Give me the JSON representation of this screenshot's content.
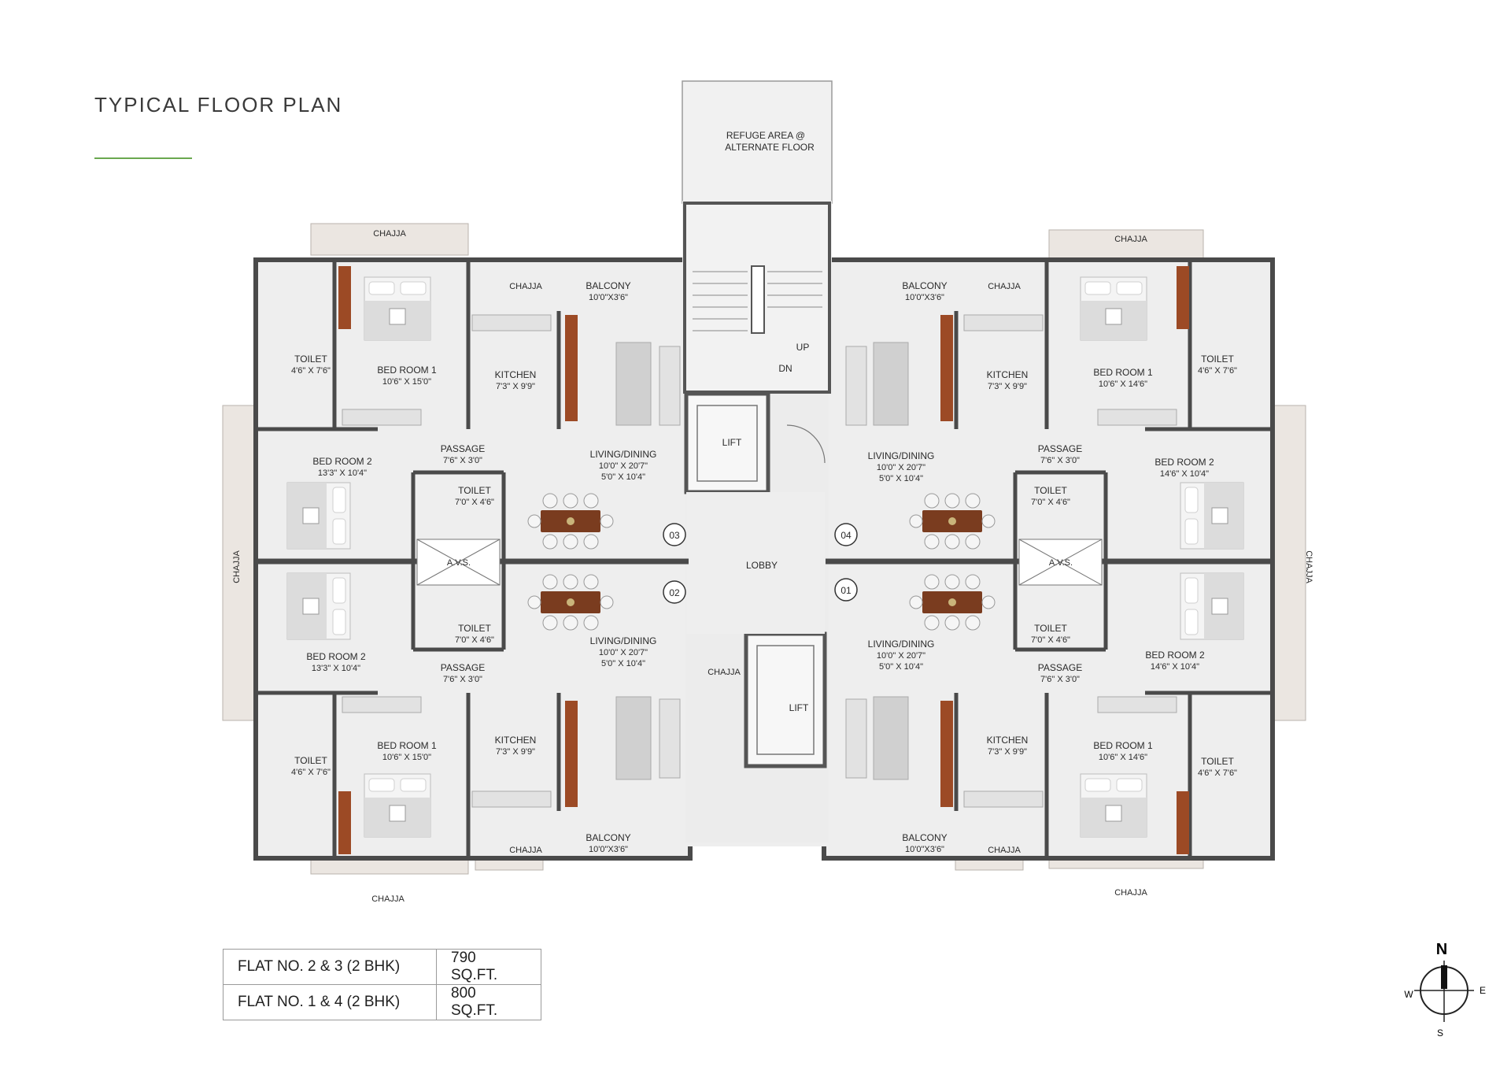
{
  "page": {
    "title": "TYPICAL FLOOR PLAN",
    "accent": "#6aa84f"
  },
  "colors": {
    "wall": "#4a4a4a",
    "floor": "#eeeeee",
    "chajja": "#ebe6e1",
    "wood": "#9c4a25",
    "sofa": "#e9e9e9"
  },
  "labels": {
    "refuge_1": "REFUGE AREA @",
    "refuge_2": "ALTERNATE FLOOR",
    "up": "UP",
    "dn": "DN",
    "lift": "LIFT",
    "lobby": "LOBBY",
    "chajja": "CHAJJA",
    "balcony": "BALCONY",
    "balcony_size": "10'0\"X3'6\"",
    "kitchen": "KITCHEN",
    "kitchen_size": "7'3\" X 9'9\"",
    "bed1": "BED ROOM 1",
    "bed1_size_a": "10'6\" X 15'0\"",
    "bed1_size_b": "10'6\" X 14'6\"",
    "bed2": "BED ROOM 2",
    "bed2_size_a": "13'3\" X 10'4\"",
    "bed2_size_b": "14'6\" X 10'4\"",
    "toilet": "TOILET",
    "toilet_size_a": "4'6\" X 7'6\"",
    "toilet_size_b": "7'0\" X 4'6\"",
    "passage": "PASSAGE",
    "passage_size": "7'6\" X 3'0\"",
    "living": "LIVING/DINING",
    "living_size_1": "10'0\" X 20'7\"",
    "living_size_2": "5'0\" X 10'4\"",
    "avs": "A.V.S."
  },
  "flats": [
    "01",
    "02",
    "03",
    "04"
  ],
  "area_table": [
    {
      "flat": "FLAT NO. 2 & 3 (2 BHK)",
      "area": "790 SQ.FT."
    },
    {
      "flat": "FLAT NO. 1 & 4 (2 BHK)",
      "area": "800 SQ.FT."
    }
  ],
  "compass": {
    "n": "N",
    "s": "S",
    "e": "E",
    "w": "W"
  }
}
